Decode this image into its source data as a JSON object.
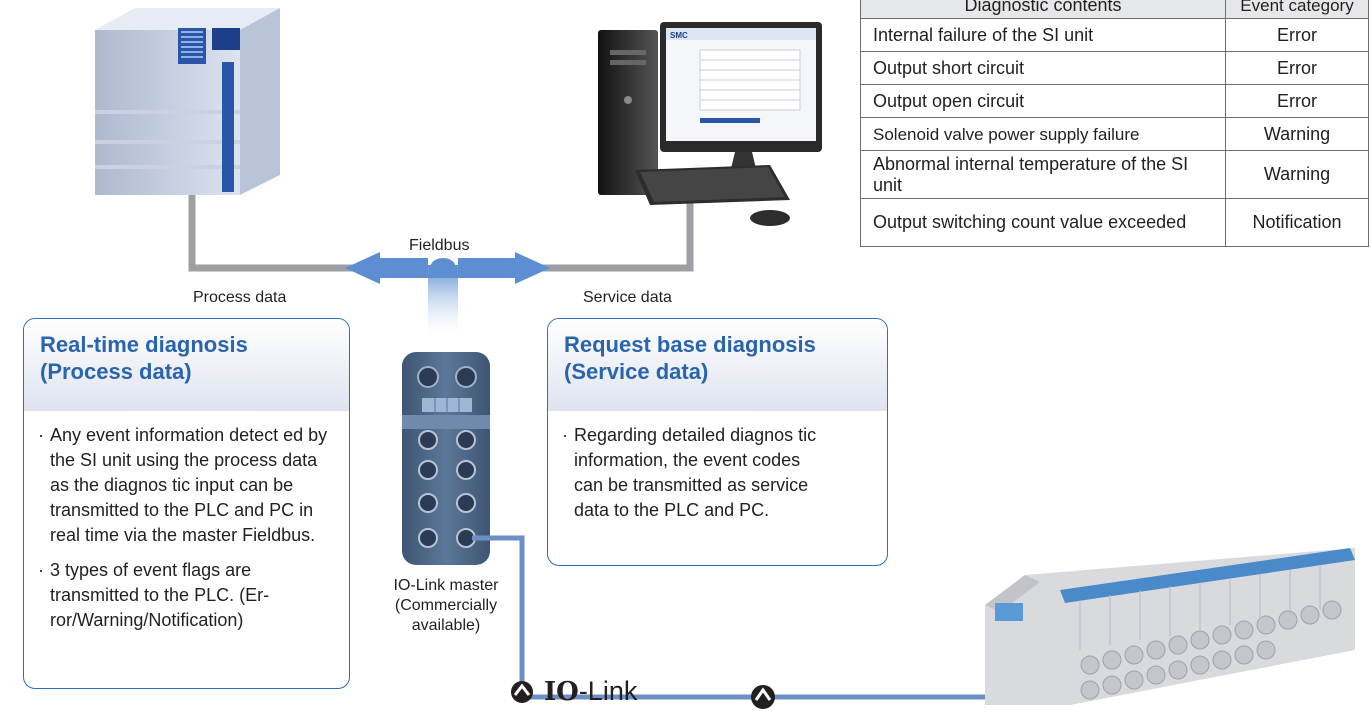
{
  "table": {
    "headers": [
      "Diagnostic contents",
      "Event category"
    ],
    "rows": [
      {
        "content": "Internal failure of the SI unit",
        "category": "Error"
      },
      {
        "content": "Output short circuit",
        "category": "Error"
      },
      {
        "content": "Output open circuit",
        "category": "Error"
      },
      {
        "content": "Solenoid valve power supply failure",
        "category": "Warning"
      },
      {
        "content": "Abnormal internal temperature of the SI unit",
        "category": "Warning"
      },
      {
        "content": "Output switching count value exceeded",
        "category": "Notification"
      }
    ]
  },
  "labels": {
    "fieldbus": "Fieldbus",
    "process_data": "Process data",
    "service_data": "Service data",
    "master_line1": "IO-Link master",
    "master_line2": "(Commercially",
    "master_line3": "available)"
  },
  "left_box": {
    "title_line1": "Real-time diagnosis",
    "title_line2": "(Process data)",
    "bullets": [
      "Any event information detect­ ed by the SI unit using the process data as the diagnos­ tic input can be transmitted to the PLC and PC in real time via the master Fieldbus.",
      "3 types of event flags are transmitted to the PLC. (Er­ ror/Warning/Notification)"
    ]
  },
  "right_box": {
    "title_line1": "Request base diagnosis",
    "title_line2": "(Service data)",
    "bullets": [
      "Regarding detailed diagnos­ tic information, the event codes can be transmitted as service data to the PLC and PC."
    ]
  },
  "logo": {
    "io": "IO",
    "link": "-Link"
  },
  "colors": {
    "accent_blue": "#2f6db5",
    "cable_gray": "#9d9fa2",
    "title_blue": "#2a64ad"
  }
}
